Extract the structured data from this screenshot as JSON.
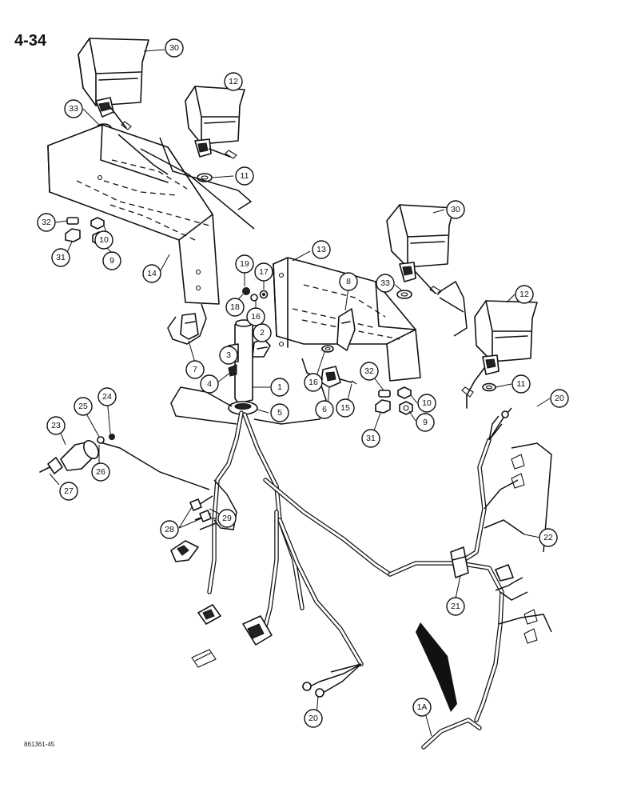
{
  "page_number": "4-34",
  "figure_code": "861361-45",
  "callouts": [
    {
      "label": "30"
    },
    {
      "label": "12"
    },
    {
      "label": "33"
    },
    {
      "label": "11"
    },
    {
      "label": "32"
    },
    {
      "label": "31"
    },
    {
      "label": "10"
    },
    {
      "label": "9"
    },
    {
      "label": "14"
    },
    {
      "label": "13"
    },
    {
      "label": "30"
    },
    {
      "label": "19"
    },
    {
      "label": "17"
    },
    {
      "label": "18"
    },
    {
      "label": "16"
    },
    {
      "label": "8"
    },
    {
      "label": "33"
    },
    {
      "label": "12"
    },
    {
      "label": "2"
    },
    {
      "label": "3"
    },
    {
      "label": "7"
    },
    {
      "label": "4"
    },
    {
      "label": "1"
    },
    {
      "label": "5"
    },
    {
      "label": "16"
    },
    {
      "label": "6"
    },
    {
      "label": "15"
    },
    {
      "label": "32"
    },
    {
      "label": "10"
    },
    {
      "label": "11"
    },
    {
      "label": "31"
    },
    {
      "label": "9"
    },
    {
      "label": "20"
    },
    {
      "label": "24"
    },
    {
      "label": "25"
    },
    {
      "label": "23"
    },
    {
      "label": "26"
    },
    {
      "label": "27"
    },
    {
      "label": "28"
    },
    {
      "label": "29"
    },
    {
      "label": "22"
    },
    {
      "label": "21"
    },
    {
      "label": "20"
    },
    {
      "label": "1A"
    }
  ]
}
